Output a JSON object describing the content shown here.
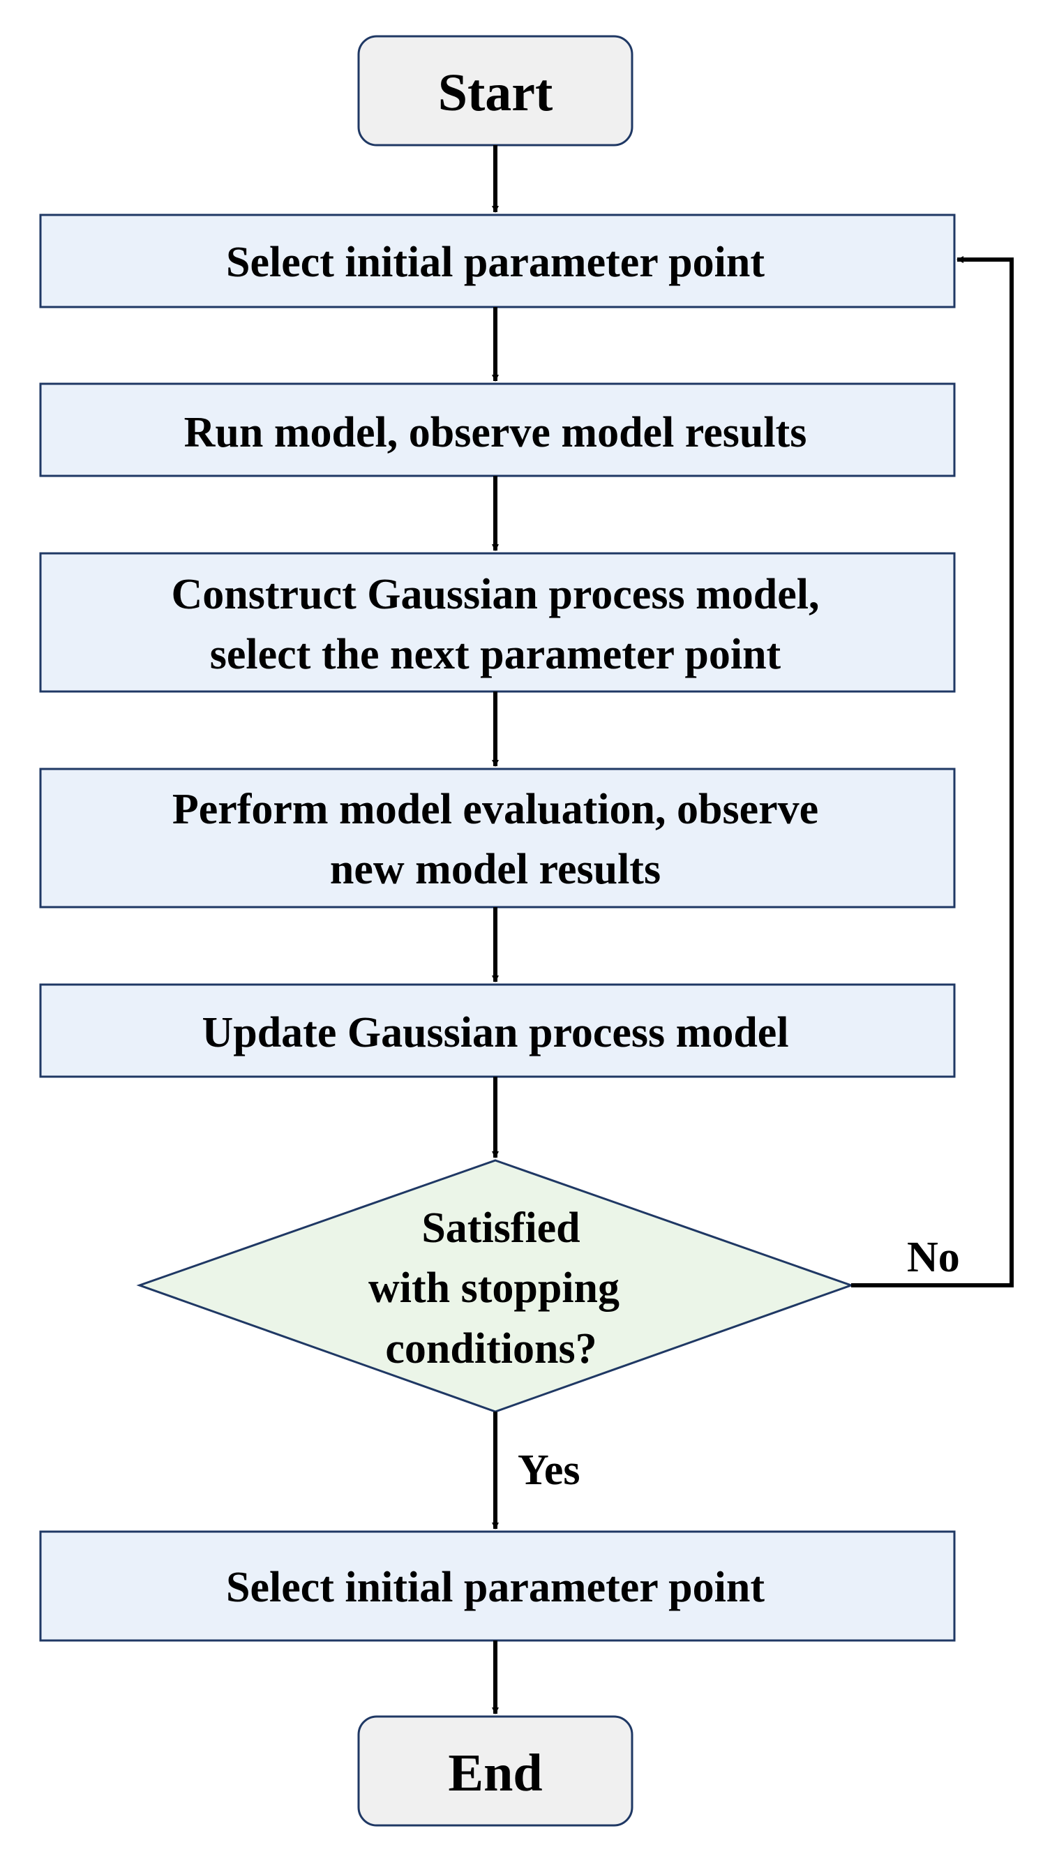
{
  "colors": {
    "process_fill": "#eaf1fa",
    "terminal_fill": "#f0f0f0",
    "decision_fill": "#ebf5e8",
    "border": "#1f3864",
    "arrow": "#000000"
  },
  "start": {
    "label": "Start"
  },
  "steps": [
    {
      "lines": [
        "Select initial parameter point"
      ]
    },
    {
      "lines": [
        "Run model, observe model results"
      ]
    },
    {
      "lines": [
        "Construct Gaussian process model,",
        "select the next parameter point"
      ]
    },
    {
      "lines": [
        "Perform model evaluation, observe",
        "new model results"
      ]
    },
    {
      "lines": [
        "Update Gaussian process model"
      ]
    }
  ],
  "decision": {
    "lines": [
      "Satisfied",
      "with stopping",
      "conditions?"
    ],
    "yes_label": "Yes",
    "no_label": "No"
  },
  "final_step": {
    "lines": [
      "Select initial parameter point"
    ]
  },
  "end": {
    "label": "End"
  }
}
